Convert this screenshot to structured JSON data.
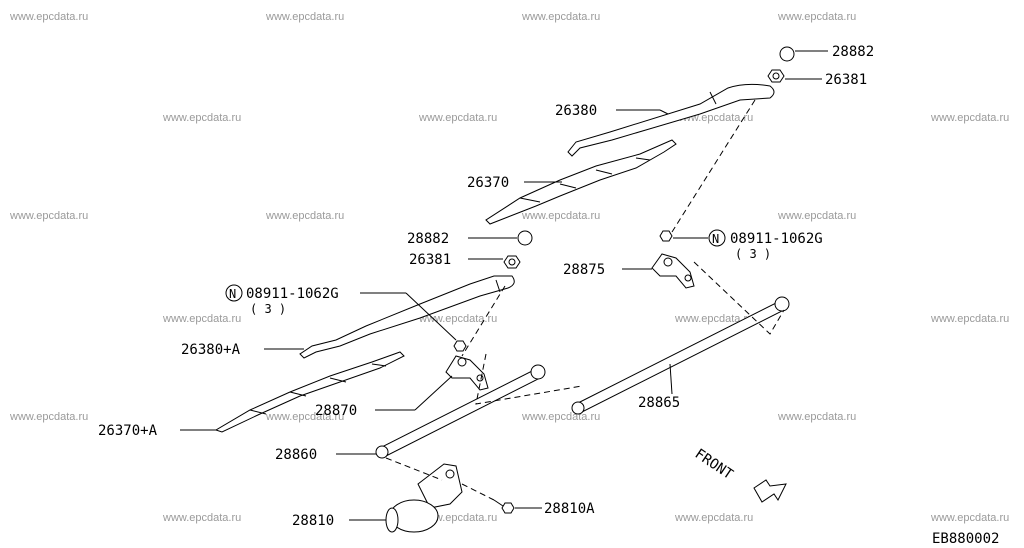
{
  "watermark": "www.epcdata.ru",
  "diagram_code": "EB880002",
  "front_label": "FRONT",
  "nut_symbol": "N",
  "parts": {
    "cap_right": "28882",
    "nut_right": "26381",
    "arm_right": "26380",
    "blade_right": "26370",
    "cap_left": "28882",
    "nut_left": "26381",
    "nut_spec_right": "08911-1062G",
    "nut_qty_right": "( 3 )",
    "pivot_right": "28875",
    "nut_spec_left": "08911-1062G",
    "nut_qty_left": "( 3 )",
    "arm_left": "26380+A",
    "blade_left": "26370+A",
    "pivot_left": "28870",
    "link_right": "28865",
    "link_left": "28860",
    "motor": "28810",
    "motor_bolt": "28810A"
  }
}
